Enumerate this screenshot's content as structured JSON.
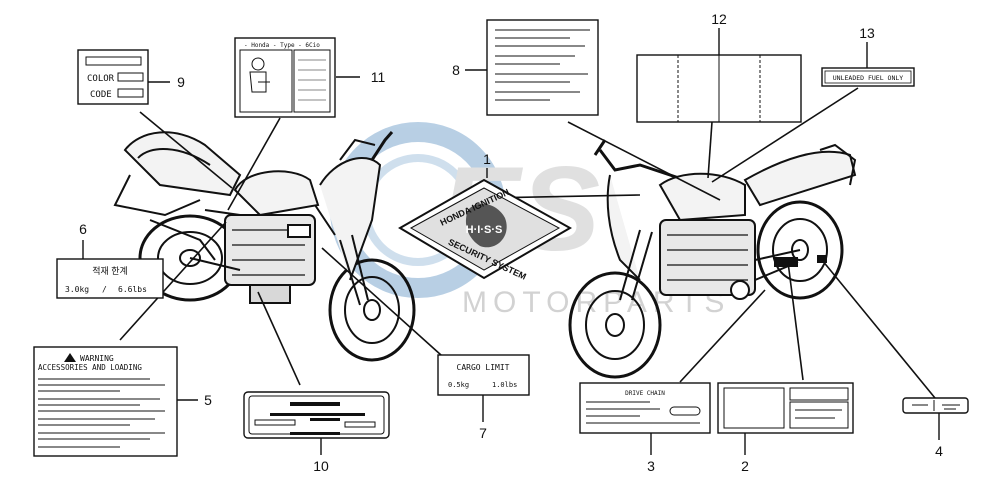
{
  "callouts": {
    "n1": "1",
    "n2": "2",
    "n3": "3",
    "n4": "4",
    "n5": "5",
    "n6": "6",
    "n7": "7",
    "n8": "8",
    "n9": "9",
    "n10": "10",
    "n11": "11",
    "n12": "12",
    "n13": "13"
  },
  "label_color": {
    "line1": "COLOR",
    "line2": "CODE"
  },
  "label_type": {
    "header": "- Honda - Type - 6Cio"
  },
  "label_capacity": {
    "title": "적재 한계",
    "kg": "3.0kg",
    "sep": "/",
    "lbs": "6.6lbs"
  },
  "label_warning": {
    "line1": "WARNING",
    "line2": "ACCESSORIES AND LOADING"
  },
  "label_cargo": {
    "title": "CARGO LIMIT",
    "kg": "0.5kg",
    "lbs": "1.0lbs"
  },
  "label_fuel": {
    "text": "UNLEADED FUEL ONLY"
  },
  "label_chain": {
    "title": "DRIVE CHAIN"
  },
  "emblem": {
    "top": "HONDA IGNITION",
    "mid": "H·I·S·S",
    "bottom": "SECURITY SYSTEM"
  },
  "watermark": {
    "text": "MOTORPARTS"
  },
  "colors": {
    "ink": "#111111",
    "watermark_blue": "#7fa9cf",
    "watermark_gray": "#c8c8c8"
  }
}
